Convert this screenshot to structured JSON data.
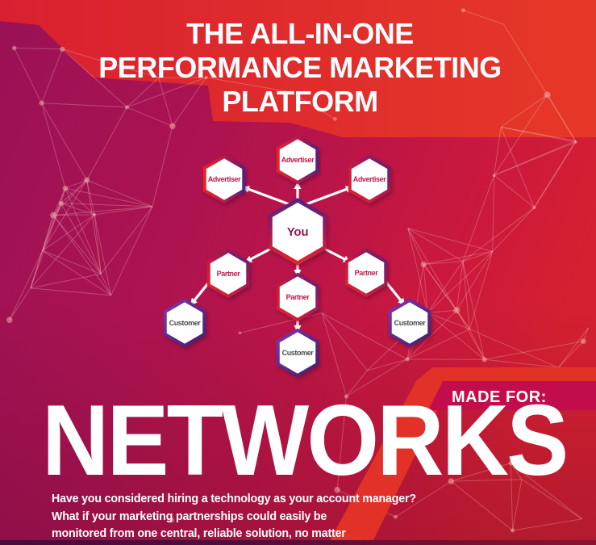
{
  "header": {
    "title_lines": [
      "THE ALL-IN-ONE",
      "PERFORMANCE MARKETING",
      "PLATFORM"
    ]
  },
  "diagram": {
    "center_node": {
      "id": "you",
      "label": "You"
    },
    "nodes": [
      {
        "id": "advertiser-left",
        "label": "Advertiser"
      },
      {
        "id": "advertiser-top",
        "label": "Advertiser"
      },
      {
        "id": "advertiser-right",
        "label": "Advertiser"
      },
      {
        "id": "partner-left",
        "label": "Partner"
      },
      {
        "id": "partner-center",
        "label": "Partner"
      },
      {
        "id": "partner-right",
        "label": "Partner"
      },
      {
        "id": "customer-left",
        "label": "Customer"
      },
      {
        "id": "customer-center",
        "label": "Customer"
      },
      {
        "id": "customer-right",
        "label": "Customer"
      }
    ],
    "connections": [
      [
        "you",
        "advertiser-left"
      ],
      [
        "you",
        "advertiser-top"
      ],
      [
        "you",
        "advertiser-right"
      ],
      [
        "you",
        "partner-left"
      ],
      [
        "you",
        "partner-center"
      ],
      [
        "you",
        "partner-right"
      ],
      [
        "partner-left",
        "customer-left"
      ],
      [
        "partner-center",
        "customer-center"
      ],
      [
        "partner-right",
        "customer-right"
      ]
    ],
    "arrow_style": "double-headed-white"
  },
  "made_for": {
    "label": "MADE FOR:"
  },
  "headline": {
    "text": "NETWORKS"
  },
  "body": {
    "lines": [
      "Have you considered hiring a technology as your account manager?",
      "What if your marketing partnerships could easily be",
      "monitored from one central, reliable solution, no matter"
    ]
  },
  "theme": {
    "top_band_red": "#e0242d",
    "magenta_left": "#9b1156",
    "center_crimson": "#b81348",
    "right_red": "#d62030",
    "stripe_red": "#e23127",
    "badge_crimson": "#c20c4b",
    "hex_border_red": "#e0262b",
    "hex_border_purple": "#55227f",
    "customer_border_purple": "#5d2a8c",
    "label_crimson": "#c4174b",
    "you_text": "#8f1a52",
    "customer_text": "#4a4a4a",
    "text_white": "#ffffff",
    "bottom_bar_dark": "#4c0a3c"
  }
}
